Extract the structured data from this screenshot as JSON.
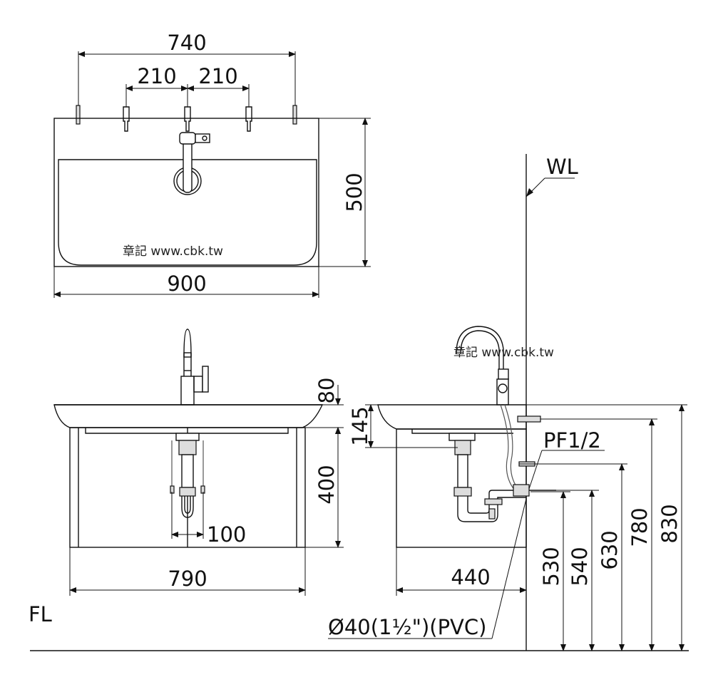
{
  "top_view": {
    "dim_overall_holes": "740",
    "dim_left_spacing": "210",
    "dim_right_spacing": "210",
    "dim_depth": "500",
    "dim_width": "900",
    "watermark": "章記 www.cbk.tw"
  },
  "front_view": {
    "dim_basin_height": "80",
    "dim_cabinet_height": "400",
    "dim_drain_width": "100",
    "dim_cabinet_width": "790",
    "floor_label": "FL"
  },
  "side_view": {
    "wall_label": "WL",
    "watermark": "章記 www.cbk.tw",
    "dim_basin_thickness": "145",
    "thread_label": "PF1/2",
    "dim_cabinet_depth": "440",
    "pipe_label": "Ø40(1½\")(PVC)",
    "heights": {
      "h530": "530",
      "h540": "540",
      "h630": "630",
      "h780": "780",
      "h830": "830"
    }
  }
}
